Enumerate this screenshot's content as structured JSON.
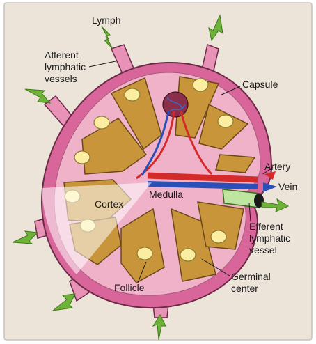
{
  "labels": {
    "lymph": "Lymph",
    "afferent_1": "Afferent",
    "afferent_2": "lymphatic",
    "afferent_3": "vessels",
    "capsule": "Capsule",
    "artery": "Artery",
    "vein": "Vein",
    "medulla": "Medulla",
    "cortex": "Cortex",
    "efferent_1": "Efferent",
    "efferent_2": "lymphatic",
    "efferent_3": "vessel",
    "germinal_1": "Germinal",
    "germinal_2": "center",
    "follicle": "Follicle"
  },
  "colors": {
    "background": "#ece3d9",
    "capsule_outer": "#d9669a",
    "capsule_inner": "#f0b2c9",
    "cortex_tissue": "#c8953a",
    "follicle": "#fbeea0",
    "artery": "#d42a2a",
    "vein": "#2a4fb8",
    "efferent_vessel": "#bfe6a0",
    "arrow": "#6fb23a"
  }
}
